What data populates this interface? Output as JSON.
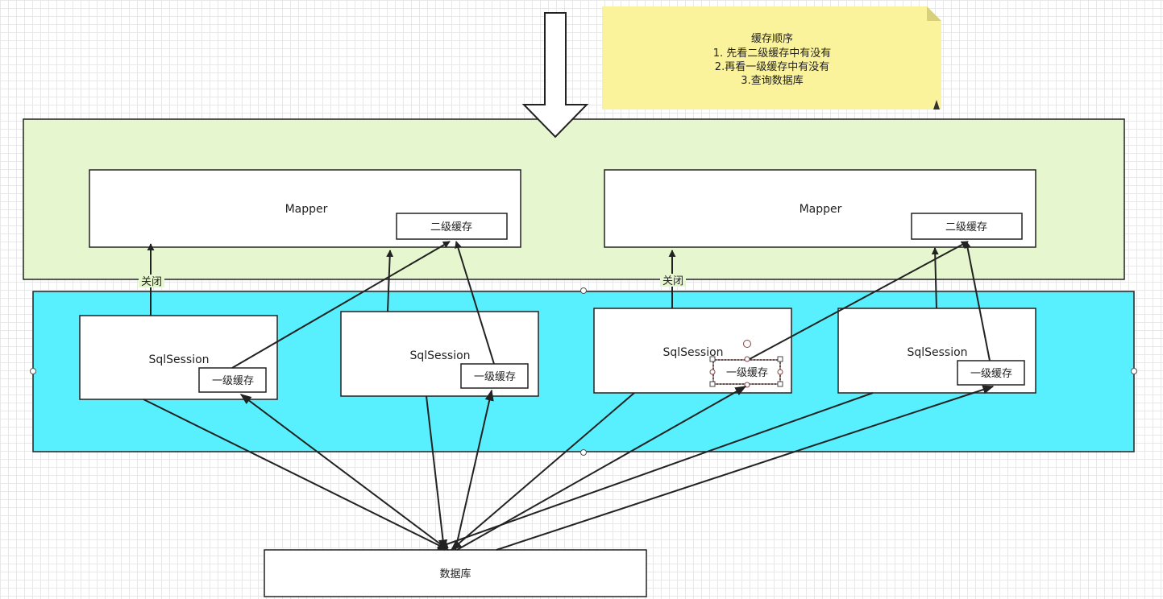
{
  "note": {
    "lines": [
      "缓存顺序",
      "1. 先看二级缓存中有没有",
      "2.再看一级缓存中有没有",
      "3.查询数据库"
    ]
  },
  "mappers": [
    {
      "label": "Mapper",
      "cache_label": "二级缓存"
    },
    {
      "label": "Mapper",
      "cache_label": "二级缓存"
    }
  ],
  "sessions": [
    {
      "label": "SqlSession",
      "cache_label": "一级缓存"
    },
    {
      "label": "SqlSession",
      "cache_label": "一级缓存"
    },
    {
      "label": "SqlSession",
      "cache_label": "一级缓存"
    },
    {
      "label": "SqlSession",
      "cache_label": "一级缓存"
    }
  ],
  "close_labels": [
    "关闭",
    "关闭"
  ],
  "database": {
    "label": "数据库"
  },
  "colors": {
    "mapper_container": "#e6f7cf",
    "session_container": "#58f0ff",
    "note": "#fbf39b",
    "arrow": "#222222"
  }
}
